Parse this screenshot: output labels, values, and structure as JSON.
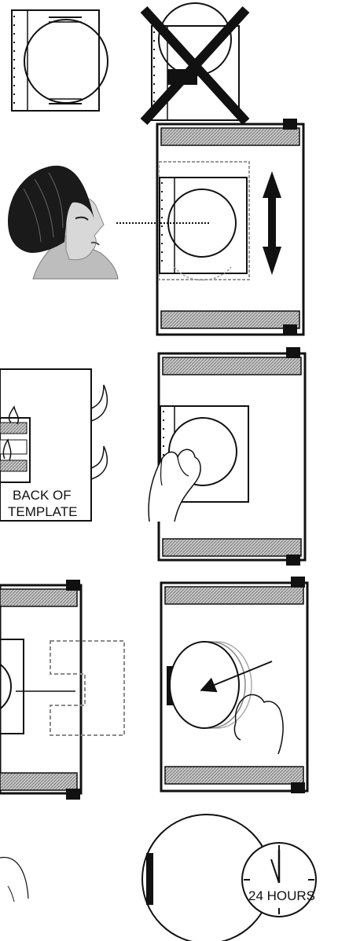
{
  "panels": {
    "template_back": {
      "line1": "BACK OF",
      "line2": "TEMPLATE"
    },
    "timer": {
      "label": "24 HOURS"
    }
  },
  "colors": {
    "ink": "#111111",
    "hatch": "#9a9a9a",
    "dashed": "#8a8a8a",
    "hair": "#1a1a1a",
    "skin": "#cfcfcf"
  }
}
